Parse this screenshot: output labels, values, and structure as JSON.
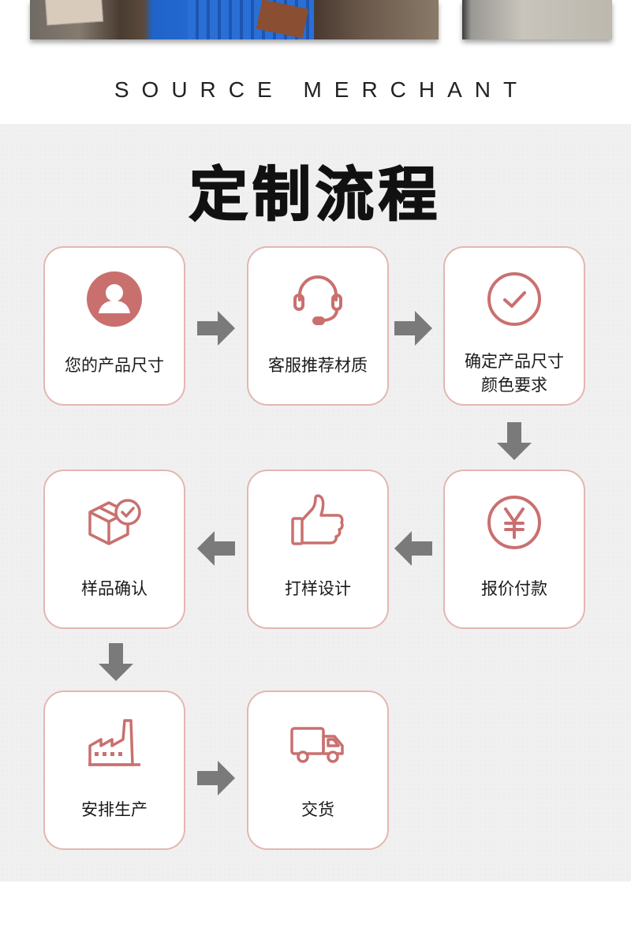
{
  "brand": {
    "tagline": "SOURCE MERCHANT"
  },
  "section": {
    "title": "定制流程"
  },
  "colors": {
    "accent": "#c9706f",
    "card_border": "#e3b6b0",
    "arrow": "#7a7a7a",
    "panel_bg": "#f1f0f0"
  },
  "steps": [
    {
      "icon": "user-avatar-icon",
      "label": "您的产品尺寸"
    },
    {
      "icon": "headset-icon",
      "label": "客服推荐材质"
    },
    {
      "icon": "checkmark-circle-icon",
      "label_line1": "确定产品尺寸",
      "label_line2": "颜色要求"
    },
    {
      "icon": "yen-coin-icon",
      "label": "报价付款"
    },
    {
      "icon": "thumbs-up-icon",
      "label": "打样设计"
    },
    {
      "icon": "package-check-icon",
      "label": "样品确认"
    },
    {
      "icon": "factory-icon",
      "label": "安排生产"
    },
    {
      "icon": "delivery-truck-icon",
      "label": "交货"
    }
  ]
}
